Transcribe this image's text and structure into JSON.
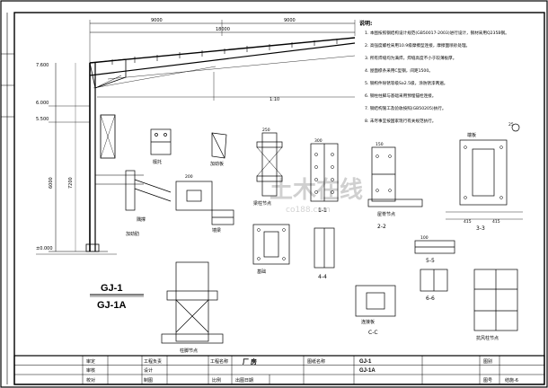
{
  "drawing": {
    "main_title": "GJ-1",
    "sub_title": "GJ-1A",
    "dims": {
      "span_left": "9000",
      "span_right": "9000",
      "total_span": "18000",
      "col_height_1": "6000",
      "col_height_2": "7200",
      "elev_top": "6.000",
      "elev_mid": "5.500",
      "elev_ground": "±0.000",
      "elev_ridge": "7.600",
      "slope": "1:10"
    }
  },
  "details": {
    "labels": [
      "檩托",
      "加劲板",
      "隅撑",
      "墙梁",
      "梁柱节点",
      "屋脊节点",
      "柱脚节点",
      "抗风柱节点",
      "基础",
      "端板",
      "连接板",
      "加劲肋"
    ],
    "sections": [
      "1-1",
      "2-2",
      "3-3",
      "4-4",
      "5-5",
      "6-6",
      "C-C"
    ],
    "dim_small": [
      "200",
      "250",
      "300",
      "150",
      "100",
      "415",
      "25"
    ]
  },
  "notes": {
    "heading": "说明:",
    "items": [
      "1. 本图按照钢结构设计规范(GB50017-2003)进行设计，钢材采用Q235B钢。",
      "2. 高强度螺栓采用10.9级摩擦型连接，摩擦面喷砂处理。",
      "3. 所有焊缝均为满焊，焊缝高度不小于较薄板厚。",
      "4. 屋面檩条采用C型钢，间距1500。",
      "5. 钢构件除锈等级Sa2.5级，涂防锈漆两遍。",
      "6. 钢柱柱脚与基础采用预埋锚栓连接。",
      "7. 钢结构施工及验收按照(GB50205)执行。",
      "8. 未尽事宜按国家现行有关规范执行。"
    ]
  },
  "title_block": {
    "left_rows": [
      "审定",
      "审核",
      "校对"
    ],
    "left_roles": [
      "工程负责",
      "设计",
      "制图"
    ],
    "project_label": "工程名称",
    "project_name": "厂 房",
    "drawing_label": "图纸名称",
    "drawing_name_1": "GJ-1",
    "drawing_name_2": "GJ-1A",
    "date_label": "出图日期",
    "scale_label": "比例",
    "no_label": "图号",
    "no_value": "结施-6",
    "sheet_label": "图别"
  },
  "watermark": "土木在线",
  "watermark_sub": "co188.com"
}
